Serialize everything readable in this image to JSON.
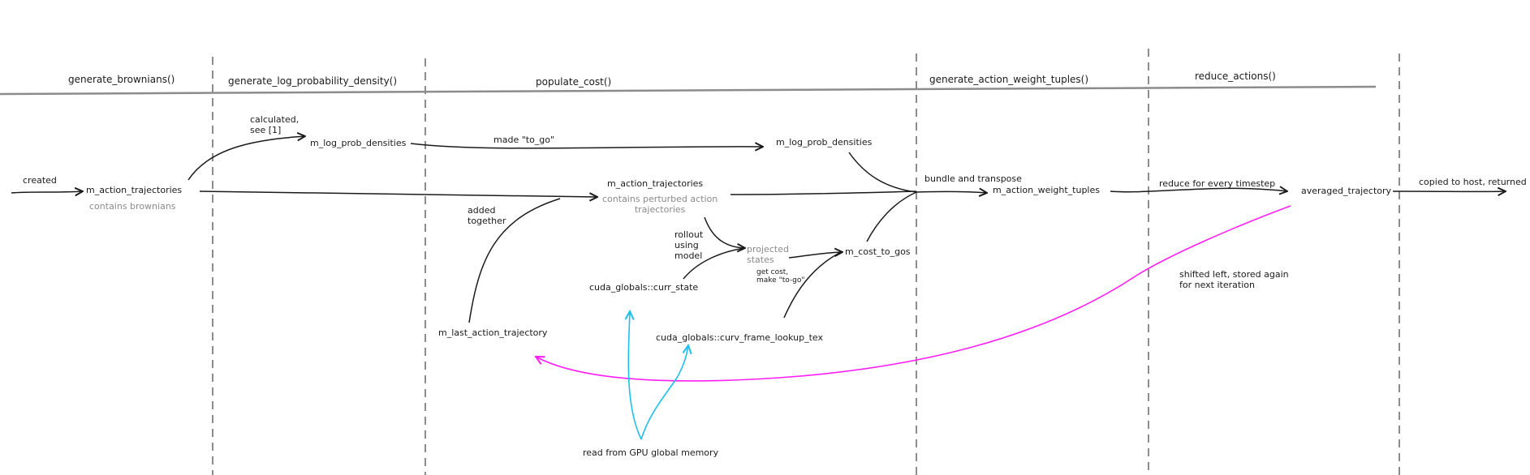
{
  "phases": [
    "generate_brownians()",
    "generate_log_probability_density()",
    "populate_cost()",
    "generate_action_weight_tuples()",
    "reduce_actions()"
  ],
  "nodes": {
    "created": "created",
    "action_traj_1": "m_action_trajectories",
    "contains_brownians": "contains brownians",
    "calculated_see": "calculated,\nsee [1]",
    "log_prob_1": "m_log_prob_densities",
    "made_to_go": "made \"to_go\"",
    "log_prob_2": "m_log_prob_densities",
    "action_traj_2": "m_action_trajectories",
    "contains_perturbed": "contains perturbed action\ntrajectories",
    "added_together": "added\ntogether",
    "rollout_model": "rollout\nusing\nmodel",
    "projected_states": "projected\nstates",
    "get_cost": "get cost,\nmake \"to-go\"",
    "cost_to_gos": "m_cost_to_gos",
    "curr_state": "cuda_globals::curr_state",
    "last_action_traj": "m_last_action_trajectory",
    "curv_frame": "cuda_globals::curv_frame_lookup_tex",
    "read_gpu": "read from GPU global memory",
    "bundle_transpose": "bundle and transpose",
    "action_weight_tuples": "m_action_weight_tuples",
    "reduce_every": "reduce for every timestep",
    "averaged_traj": "averaged_trajectory",
    "copied_host": "copied to host, returned",
    "shifted_left": "shifted left, stored again\nfor next iteration"
  },
  "colors": {
    "ink": "#1a1a1a",
    "divider": "#8c8c8c",
    "note_gray": "#8a8a8a",
    "feedback_magenta": "#ff1ff5",
    "gpu_cyan": "#1fbfef"
  }
}
